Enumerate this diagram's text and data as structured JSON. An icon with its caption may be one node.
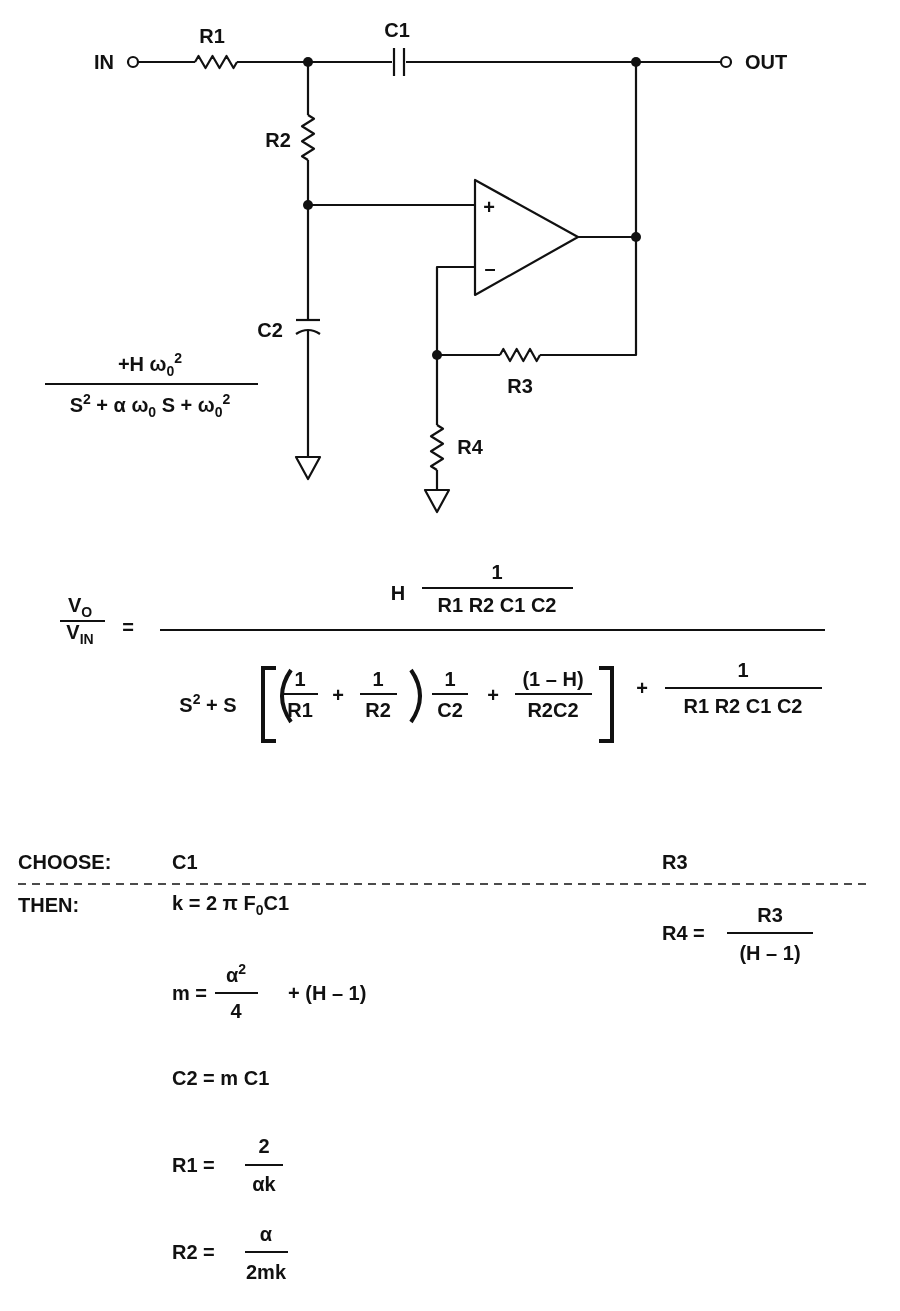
{
  "diagram": {
    "labels": [
      "IN",
      "R1",
      "C1",
      "OUT",
      "R2",
      "+",
      "–",
      "C2",
      "+H ω$_{0}$$^{2}$",
      "S$^{2}$ + α ω$_{0}$ S + ω$_{0}$$^{2}$",
      "R3",
      "R4",
      "V$_{O}$",
      "V$_{IN}$",
      "=",
      "H",
      "1",
      "R1 R2 C1 C2",
      "S$^{2}$ + S",
      "1",
      "R1",
      "+",
      "1",
      "R2",
      "1",
      "C2",
      "+",
      "(1 – H)",
      "R2C2",
      "+",
      "1",
      "R1 R2 C1 C2",
      "CHOOSE:",
      "C1",
      "R3",
      "THEN:",
      "k = 2 π F$_{0}$C1",
      "R4 =",
      "R3",
      "(H – 1)",
      "m =",
      "α$^{2}$",
      "4",
      "+ (H – 1)",
      "C2 = m C1",
      "R1 =",
      "2",
      "αk",
      "R2 =",
      "α",
      "2mk"
    ]
  }
}
